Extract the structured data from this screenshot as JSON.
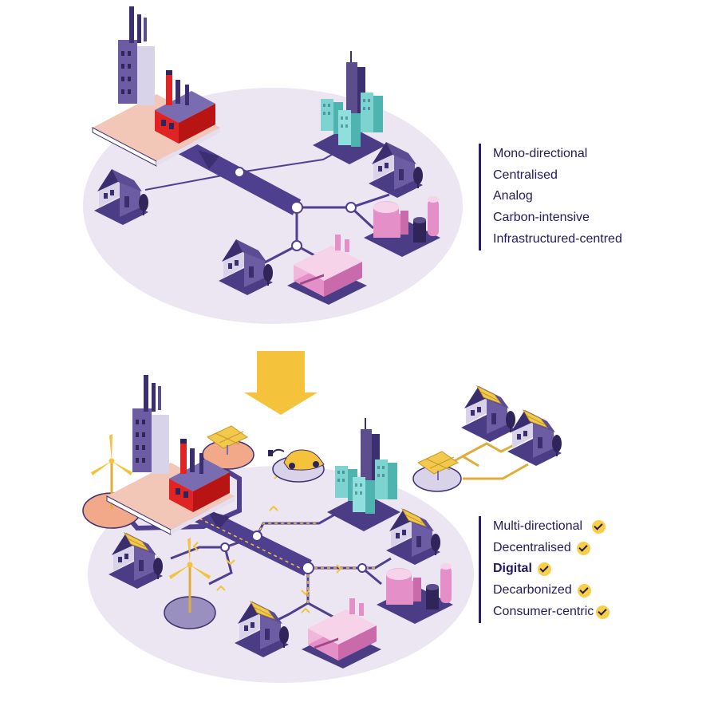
{
  "colors": {
    "platform": "#ebe6f2",
    "grid_line": "#4f3f8f",
    "house": "#5c4d8c",
    "house_roof": "#3c2f70",
    "tower": "#7cd3cf",
    "factory": "#e48fc7",
    "plant_red": "#e02424",
    "solar": "#f2c94c",
    "renewable_path": "#e0ad3c",
    "arrow": "#f5c23b",
    "text": "#231a5c"
  },
  "top_panel": {
    "traits": [
      "Mono-directional",
      "Centralised",
      "Analog",
      "Carbon-intensive",
      "Infrastructured-centred"
    ]
  },
  "bottom_panel": {
    "traits": [
      {
        "label": "Multi-directional",
        "icon": "check-icon"
      },
      {
        "label": "Decentralised",
        "icon": "check-icon"
      },
      {
        "label": "Digital",
        "icon": "check-icon"
      },
      {
        "label": "Decarbonized",
        "icon": "check-icon"
      },
      {
        "label": "Consumer-centric",
        "icon": "check-icon"
      }
    ]
  }
}
